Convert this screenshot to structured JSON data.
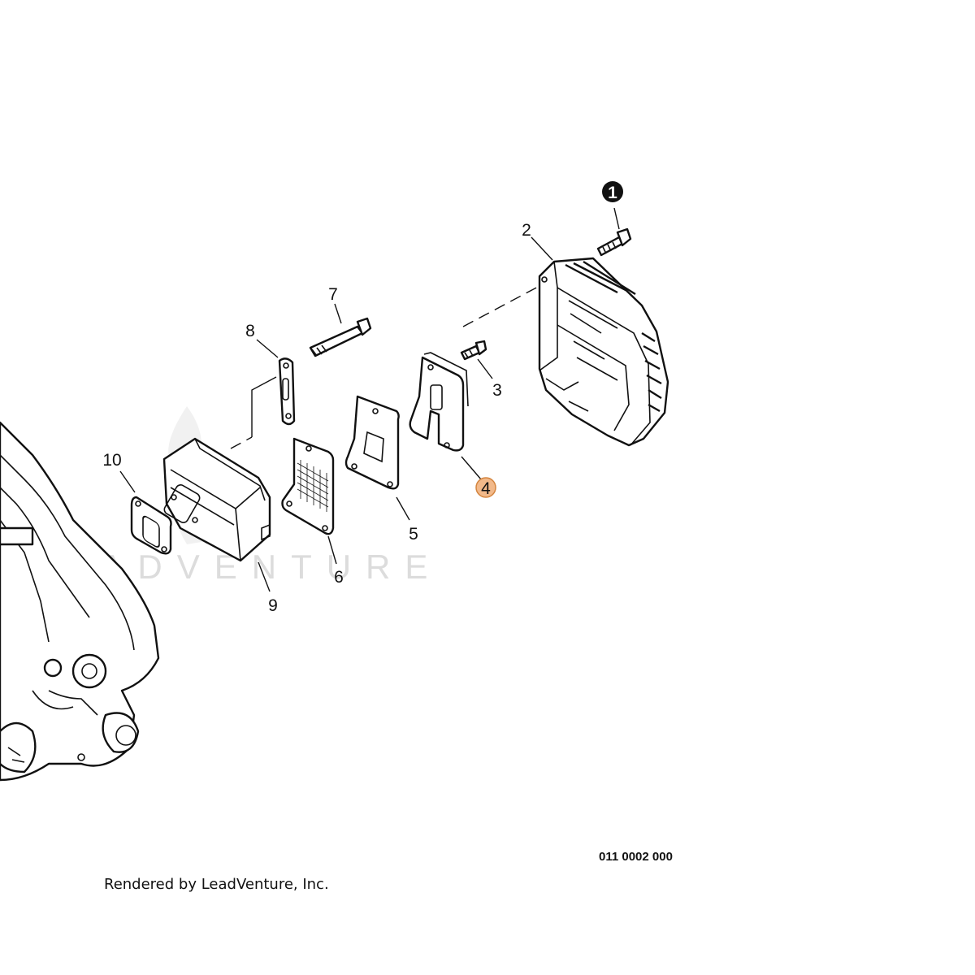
{
  "diagram": {
    "callouts": [
      {
        "id": "1",
        "label": "1",
        "style": "filled-dark"
      },
      {
        "id": "2",
        "label": "2",
        "style": "plain"
      },
      {
        "id": "3",
        "label": "3",
        "style": "plain"
      },
      {
        "id": "4",
        "label": "4",
        "style": "highlight"
      },
      {
        "id": "5",
        "label": "5",
        "style": "plain"
      },
      {
        "id": "6",
        "label": "6",
        "style": "plain"
      },
      {
        "id": "7",
        "label": "7",
        "style": "plain"
      },
      {
        "id": "8",
        "label": "8",
        "style": "plain"
      },
      {
        "id": "9",
        "label": "9",
        "style": "plain"
      },
      {
        "id": "10",
        "label": "10",
        "style": "plain"
      }
    ],
    "reference_number": "011 0002 000",
    "credit": "Rendered by LeadVenture, Inc.",
    "watermark": "LEADVENTURE",
    "colors": {
      "highlight_fill": "#f2b98a",
      "highlight_stroke": "#d4853f",
      "dark_badge": "#111111",
      "watermark": "#dcdcdc"
    }
  }
}
